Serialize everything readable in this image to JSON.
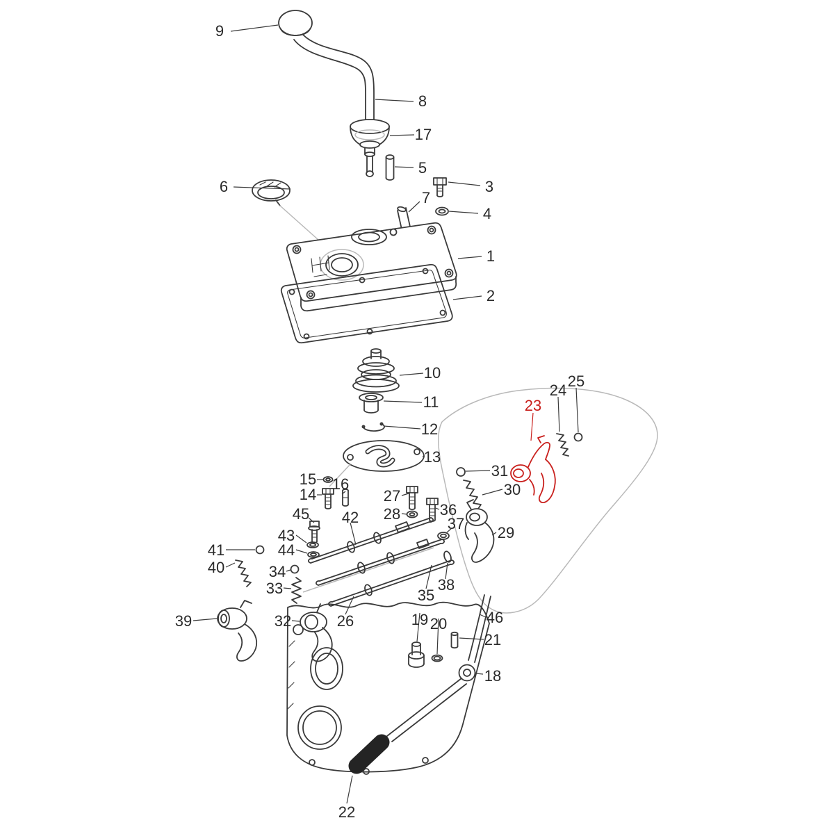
{
  "page": {
    "background": "#ffffff"
  },
  "diagram": {
    "line_color": "#3a3a3a",
    "light_line_color": "#b9b9b9",
    "text_color": "#2a2a2a",
    "highlight_color": "#c9201d",
    "highlighted_callout": "23",
    "callouts": {
      "c1": "1",
      "c2": "2",
      "c3": "3",
      "c4": "4",
      "c5": "5",
      "c6": "6",
      "c7": "7",
      "c8": "8",
      "c9": "9",
      "c10": "10",
      "c11": "11",
      "c12": "12",
      "c13": "13",
      "c14": "14",
      "c15": "15",
      "c16": "16",
      "c17": "17",
      "c18": "18",
      "c19": "19",
      "c20": "20",
      "c21": "21",
      "c22": "22",
      "c23": "23",
      "c24": "24",
      "c25": "25",
      "c26": "26",
      "c27": "27",
      "c28": "28",
      "c29": "29",
      "c30": "30",
      "c31": "31",
      "c32": "32",
      "c33": "33",
      "c34": "34",
      "c35": "35",
      "c36": "36",
      "c37": "37",
      "c38": "38",
      "c39": "39",
      "c40": "40",
      "c41": "41",
      "c42": "42",
      "c43": "43",
      "c44": "44",
      "c45": "45",
      "c46": "46"
    }
  }
}
